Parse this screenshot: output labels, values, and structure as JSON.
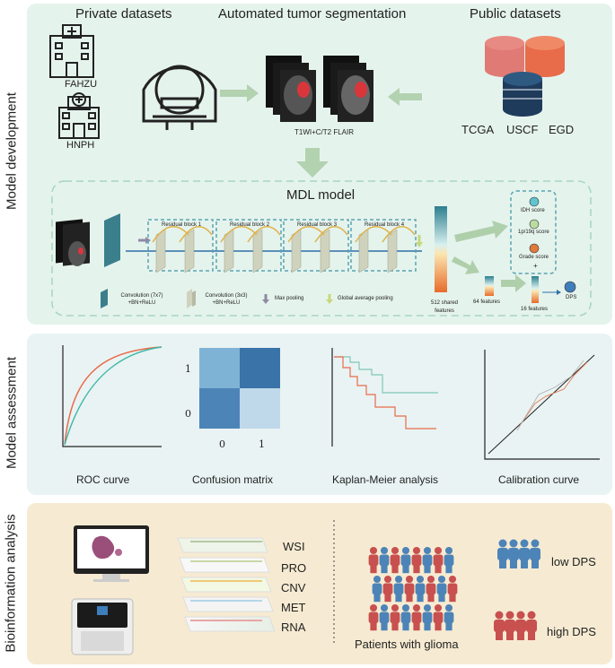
{
  "side_labels": {
    "development": "Model development",
    "assessment": "Model assessment",
    "bioinfo": "Bioinformation analysis"
  },
  "development": {
    "private_title": "Private datasets",
    "auto_title": "Automated tumor segmentation",
    "public_title": "Public datasets",
    "hospital1": "FAHZU",
    "hospital2": "HNPH",
    "mri_caption": "T1WI+C/T2 FLAIR",
    "public_sets": [
      "TCGA",
      "USCF",
      "EGD"
    ],
    "mdl_title": "MDL model",
    "residual_blocks": [
      "Residual block 1",
      "Residual block 2",
      "Residual block 3",
      "Residual block 4"
    ],
    "shared_features": "512  shared features",
    "features_64": "64 features",
    "features_16": "16 features",
    "scores": [
      "IDH score",
      "1p/19q score",
      "Grade score"
    ],
    "plus": "+",
    "dps": "DPS",
    "legend": {
      "conv7": "Convolution (7x7) +BN+ReLU",
      "conv3": "Convolution (3x3) +BN+ReLU",
      "maxpool": "Max pooling",
      "gap": "Global average pooling"
    }
  },
  "assessment": {
    "captions": [
      "ROC curve",
      "Confusion matrix",
      "Kaplan-Meier analysis",
      "Calibration curve"
    ],
    "cm_row_labels": [
      "1",
      "0"
    ],
    "cm_col_labels": [
      "0",
      "1"
    ]
  },
  "bioinfo": {
    "layers": [
      "WSI",
      "PRO",
      "CNV",
      "MET",
      "RNA"
    ],
    "patients_label": "Patients with glioma",
    "low_label": "low DPS",
    "high_label": "high DPS"
  },
  "colors": {
    "panel_top": "#e6f3ee",
    "panel_mid": "#eaf3f4",
    "panel_bot": "#f6ecd3",
    "teal": "#3b7f8c",
    "red": "#c8504f",
    "blue": "#4d84b8",
    "orange": "#e86b4a"
  }
}
